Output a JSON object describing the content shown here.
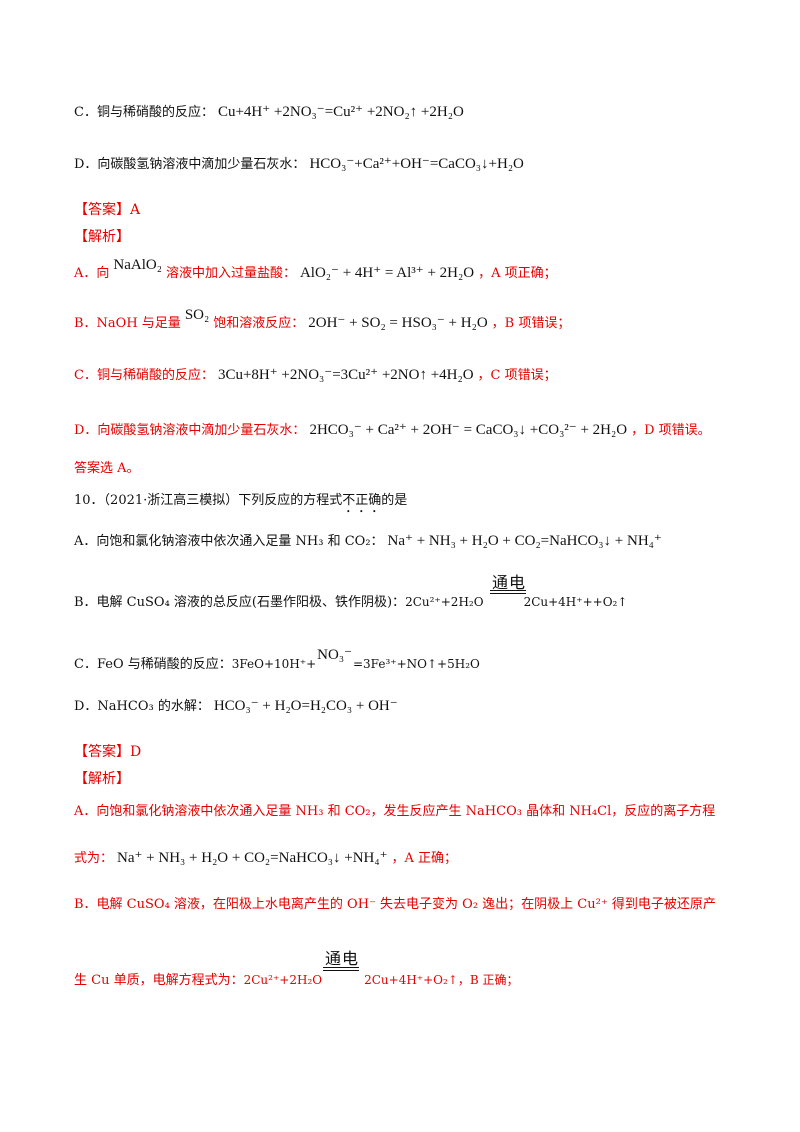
{
  "q9_tail": {
    "c": {
      "label": "C．铜与稀硝酸的反应：",
      "eq": "Cu+4H⁺ +2NO₃⁻=Cu²⁺ +2NO₂↑ +2H₂O"
    },
    "d": {
      "label": "D．向碳酸氢钠溶液中滴加少量石灰水：",
      "eq": "HCO₃⁻+Ca²⁺+OH⁻=CaCO₃↓+H₂O"
    }
  },
  "answer1": {
    "tag": "【答案】",
    "value": "A"
  },
  "analysis1": {
    "tag": "【解析】",
    "a": {
      "prefix": "A．向",
      "formula": "NaAlO₂",
      "mid": "溶液中加入过量盐酸：",
      "eq": "AlO₂⁻ + 4H⁺ = Al³⁺ + 2H₂O",
      "suffix": "，A 项正确；"
    },
    "b": {
      "prefix": "B．NaOH 与足量",
      "formula": "SO₂",
      "mid": "饱和溶液反应：",
      "eq": "2OH⁻ + SO₂ = HSO₃⁻ + H₂O",
      "suffix": "，B 项错误；"
    },
    "c": {
      "label": "C．铜与稀硝酸的反应：",
      "eq": "3Cu+8H⁺ +2NO₃⁻=3Cu²⁺ +2NO↑ +4H₂O",
      "suffix": "，C 项错误；"
    },
    "d": {
      "label": "D．向碳酸氢钠溶液中滴加少量石灰水：",
      "eq": "2HCO₃⁻ + Ca²⁺ + 2OH⁻ = CaCO₃↓ +CO₃²⁻ + 2H₂O",
      "suffix": "，D 项错误。"
    },
    "conclusion": "答案选 A。"
  },
  "q10": {
    "stem_prefix": "10．（2021·浙江高三模拟）下列反应的方程式",
    "stem_emph": "不正确",
    "stem_suffix": "的是",
    "a": {
      "label": "A．向饱和氯化钠溶液中依次通入足量 NH₃ 和 CO₂：",
      "eq": "Na⁺ + NH₃ + H₂O + CO₂=NaHCO₃↓ + NH₄⁺"
    },
    "b": {
      "label": "B．电解 CuSO₄ 溶液的总反应(石墨作阳极、铁作阴极)：",
      "left": "2Cu²⁺+2H₂O",
      "condition": "通电",
      "right": "2Cu+4H⁺++O₂↑"
    },
    "c": {
      "label": "C．FeO 与稀硝酸的反应：",
      "left": "3FeO+10H⁺+",
      "no3": "NO₃⁻",
      "right": "=3Fe³⁺+NO↑+5H₂O"
    },
    "d": {
      "label": "D．NaHCO₃ 的水解：",
      "eq": "HCO₃⁻ + H₂O=H₂CO₃ + OH⁻"
    }
  },
  "answer2": {
    "tag": "【答案】",
    "value": "D"
  },
  "analysis2": {
    "tag": "【解析】",
    "a_line1": "A．向饱和氯化钠溶液中依次通入足量 NH₃ 和 CO₂，发生反应产生 NaHCO₃ 晶体和 NH₄Cl，反应的离子方程",
    "a_line2_prefix": "式为：",
    "a_line2_eq": "Na⁺ + NH₃ + H₂O + CO₂=NaHCO₃↓ +NH₄⁺",
    "a_line2_suffix": "，A 正确；",
    "b_line1": "B．电解 CuSO₄ 溶液，在阳极上水电离产生的 OH⁻ 失去电子变为 O₂ 逸出；在阴极上 Cu²⁺ 得到电子被还原产",
    "b_line2_prefix": "生 Cu 单质，电解方程式为：",
    "b_line2_left": "2Cu²⁺+2H₂O",
    "b_condition": "通电",
    "b_line2_right": "2Cu+4H⁺+O₂↑，B 正确；"
  }
}
